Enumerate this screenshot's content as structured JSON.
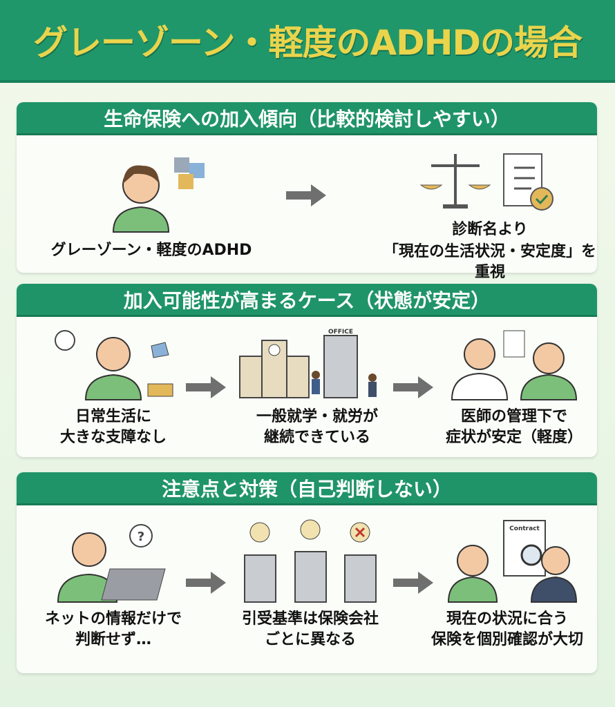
{
  "title": "グレーゾーン・軽度のADHDの場合",
  "sections": [
    {
      "heading": "生命保険への加入傾向（比較的検討しやすい）",
      "items": [
        {
          "label": "グレーゾーン・軽度のADHD"
        },
        {
          "label_line1": "診断名より",
          "label_line2": "「現在の生活状況・安定度」を重視"
        }
      ]
    },
    {
      "heading": "加入可能性が高まるケース（状態が安定）",
      "items": [
        {
          "line1": "日常生活に",
          "line2": "大きな支障なし"
        },
        {
          "line1": "一般就学・就労が",
          "line2": "継続できている",
          "sign": "OFFICE"
        },
        {
          "line1": "医師の管理下で",
          "line2": "症状が安定（軽度）"
        }
      ]
    },
    {
      "heading": "注意点と対策（自己判断しない）",
      "items": [
        {
          "line1": "ネットの情報だけで",
          "line2": "判断せず…"
        },
        {
          "line1": "引受基準は保険会社",
          "line2": "ごとに異なる"
        },
        {
          "line1": "現在の状況に合う",
          "line2": "保険を個別確認が大切",
          "doc": "Contract"
        }
      ]
    }
  ],
  "colors": {
    "header": "#20976a",
    "title": "#e9d44c",
    "shirt": "#7cbf7a",
    "arrow": "#6f6f6f"
  }
}
